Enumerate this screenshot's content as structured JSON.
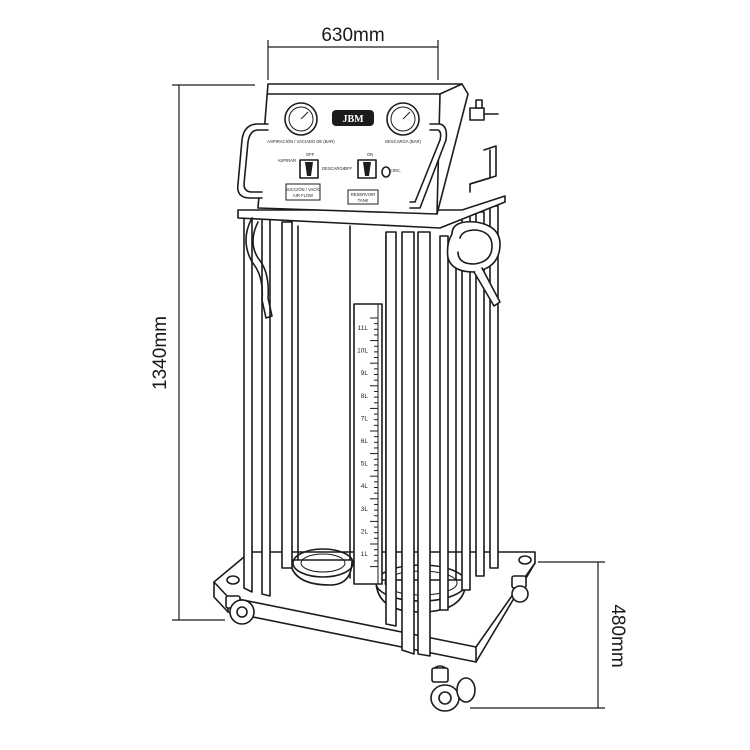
{
  "brand": {
    "logo": "JBM"
  },
  "dimensions": {
    "width": "630mm",
    "height": "1340mm",
    "base_height": "480mm"
  },
  "panel": {
    "left_gauge_label": "ASPIRACIÓN / VACIADO DE (BAR)",
    "right_gauge_label": "DESCARGA (BAR)",
    "left_switch_labels": [
      "ASPIRAR",
      "OFF",
      "DESCARGA"
    ],
    "right_switch_labels": [
      "ON",
      "OFF",
      "RECIRC."
    ],
    "left_plate": [
      "SUCCIÓN / VACÍO",
      "AIR FLOW"
    ],
    "right_plate": [
      "RESERVOIR",
      "TANK"
    ]
  },
  "scale_marks": [
    "11L",
    "10L",
    "9L",
    "8L",
    "7L",
    "6L",
    "5L",
    "4L",
    "3L",
    "2L",
    "1L"
  ]
}
